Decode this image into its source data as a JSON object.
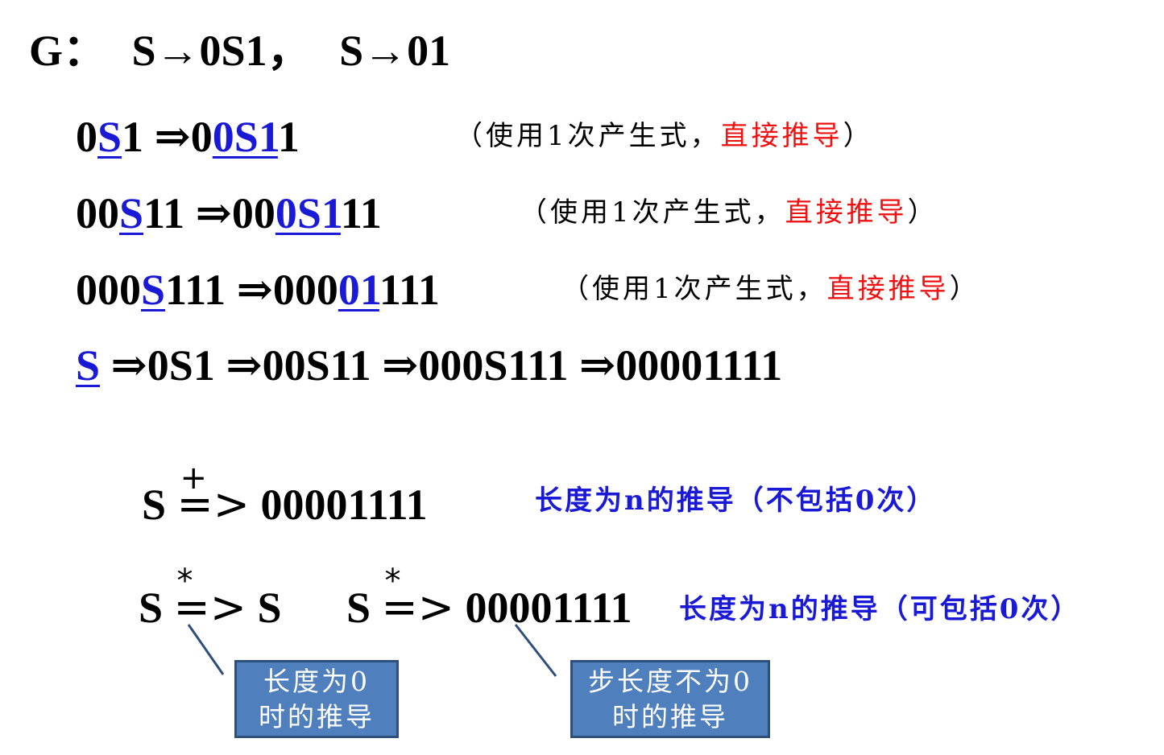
{
  "grammar": {
    "label": "G：",
    "rule1": "S→0S1，",
    "rule2": "S→01"
  },
  "steps": [
    {
      "pre": "0",
      "hl": "S",
      "post": "1 ",
      "arrow": "⇒",
      "r_pre": "0",
      "r_hl": "0S1",
      "r_post": "1",
      "note_open": "（使用1次产生式，",
      "note_red": "直接推导",
      "note_close": "）"
    },
    {
      "pre": "00",
      "hl": "S",
      "post": "11 ",
      "arrow": "⇒",
      "r_pre": "00",
      "r_hl": "0S1",
      "r_post": "11",
      "note_open": "（使用1次产生式，",
      "note_red": "直接推导",
      "note_close": "）"
    },
    {
      "pre": "000",
      "hl": "S",
      "post": "111 ",
      "arrow": "⇒",
      "r_pre": "000",
      "r_hl": "01",
      "r_post": "111",
      "note_open": "（使用1次产生式，",
      "note_red": "直接推导",
      "note_close": "）"
    }
  ],
  "chain": {
    "start": "S",
    "rest": " ⇒0S1 ⇒00S11 ⇒000S111 ⇒00001111"
  },
  "plus_derivation": {
    "left": "S ",
    "mark": "+",
    "symbol": "=>",
    "right": " 00001111",
    "note": "长度为n的推导（不包括0次）"
  },
  "star_derivations": {
    "first": {
      "left": "S ",
      "mark": "*",
      "symbol": "=>",
      "right": " S"
    },
    "second": {
      "left": "S ",
      "mark": "*",
      "symbol": "=>",
      "right": " 00001111"
    },
    "note": "长度为n的推导（可包括0次）"
  },
  "callouts": [
    {
      "line1": "长度为0",
      "line2": "时的推导"
    },
    {
      "line1": "步长度不为0",
      "line2": "时的推导"
    }
  ],
  "colors": {
    "highlight": "#1a1ad6",
    "emphasis": "#ee1111",
    "box_fill": "#4f80bd",
    "box_border": "#2d4f7a"
  }
}
